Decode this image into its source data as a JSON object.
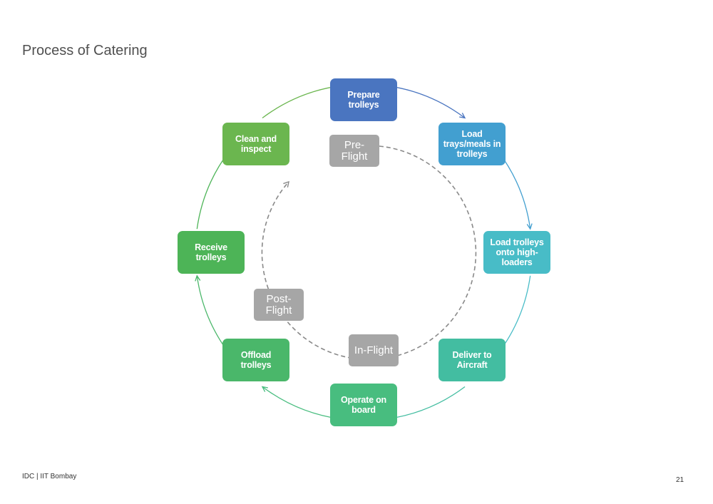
{
  "title": "Process of Catering",
  "colors": {
    "step_blue_dark": "#4a75c0",
    "step_blue": "#429fd0",
    "step_teal": "#48bcc7",
    "step_teal_green": "#43bda1",
    "step_green_teal": "#48bd7f",
    "step_green": "#4db457",
    "step_green_olive": "#6bb64f",
    "phase_gray": "#a6a6a6",
    "dashed_arrow": "#8a8a8a"
  },
  "steps": [
    {
      "label": "Prepare trolleys",
      "color": "#4a75c0"
    },
    {
      "label": "Load trays/meals in trolleys",
      "color": "#429fd0"
    },
    {
      "label": "Load trolleys onto high-loaders",
      "color": "#48bcc7"
    },
    {
      "label": "Deliver to Aircraft",
      "color": "#43bda1"
    },
    {
      "label": "Operate on board",
      "color": "#48bd7f"
    },
    {
      "label": "Offload trolleys",
      "color": "#4ab76a"
    },
    {
      "label": "Receive trolleys",
      "color": "#4db457"
    },
    {
      "label": "Clean and inspect",
      "color": "#6bb64f"
    }
  ],
  "phases": [
    "Pre-Flight",
    "In-Flight",
    "Post-Flight"
  ],
  "footer": {
    "left": "IDC | IIT Bombay",
    "page_number": "21"
  }
}
